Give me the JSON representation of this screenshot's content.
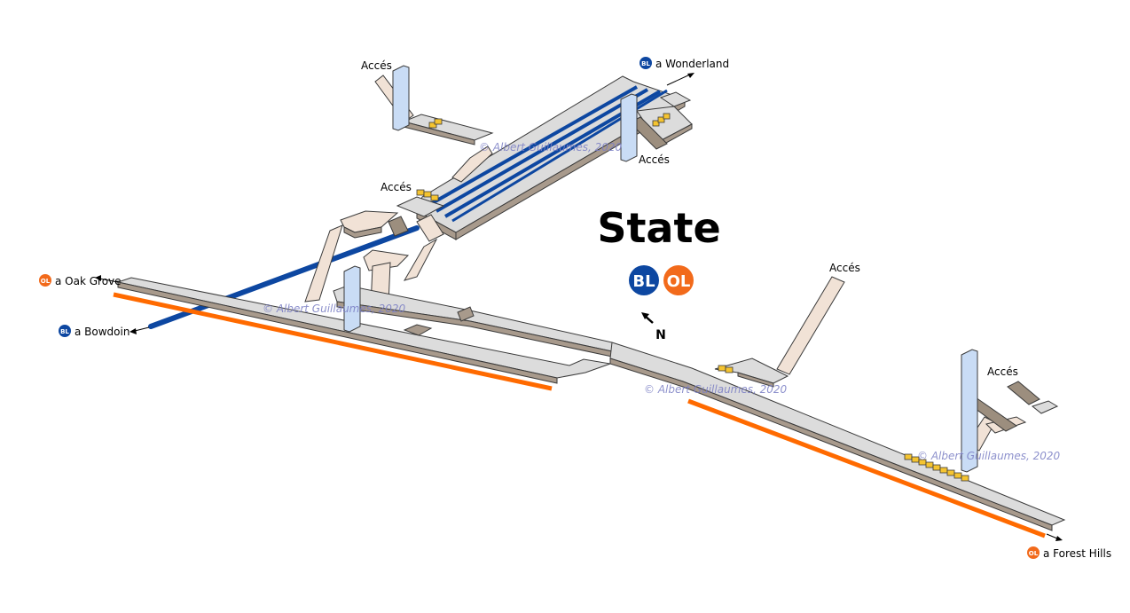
{
  "station": {
    "name": "State",
    "lines": [
      {
        "code": "BL",
        "color": "#0d47a1"
      },
      {
        "code": "OL",
        "color": "#f26a1b"
      }
    ],
    "north_label": "N"
  },
  "colors": {
    "blue_line": "#0d47a1",
    "orange_line": "#ff6a00",
    "platform": "#dcdcdc",
    "passage": "#f1e2d6",
    "elevator": "#c9dcf5",
    "fare_gate": "#f5c430"
  },
  "destinations": [
    {
      "id": "wonderland",
      "line": "BL",
      "text": "a Wonderland"
    },
    {
      "id": "oak-grove",
      "line": "OL",
      "text": "a Oak Grove"
    },
    {
      "id": "bowdoin",
      "line": "BL",
      "text": "a Bowdoin"
    },
    {
      "id": "forest-hills",
      "line": "OL",
      "text": "a Forest Hills"
    }
  ],
  "access_labels": [
    "Accés",
    "Accés",
    "Accés",
    "Accés",
    "Accés"
  ],
  "watermarks": [
    "© Albert Guillaumes, 2020",
    "© Albert Guillaumes, 2020",
    "© Albert Guillaumes, 2020",
    "© Albert Guillaumes, 2020"
  ]
}
